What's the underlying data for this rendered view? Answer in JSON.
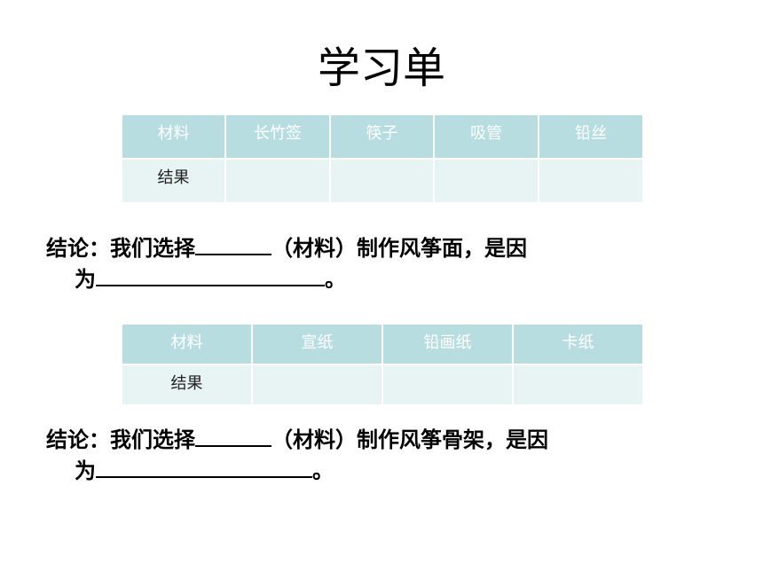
{
  "title": "学习单",
  "table1": {
    "headers": [
      "材料",
      "长竹签",
      "筷子",
      "吸管",
      "铅丝"
    ],
    "row_label": "结果"
  },
  "conclusion1": {
    "prefix": "结论：我们选择",
    "middle": "（材料）制作风筝面，是因",
    "line2_prefix": "为",
    "end": "。"
  },
  "table2": {
    "headers": [
      "材料",
      "宣纸",
      "铅画纸",
      "卡纸"
    ],
    "row_label": "结果"
  },
  "conclusion2": {
    "prefix": "结论：我们选择",
    "middle": "（材料）制作风筝骨架，是因",
    "line2_prefix": "为",
    "end": "。"
  }
}
